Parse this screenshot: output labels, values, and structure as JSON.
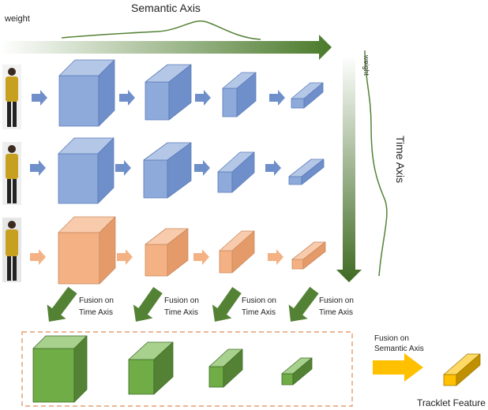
{
  "labels": {
    "semantic_axis": "Semantic Axis",
    "time_axis": "Time Axis",
    "weight_top": "weight",
    "weight_right": "weight",
    "fusion_time_line1": "Fusion on",
    "fusion_time_line2": "Time Axis",
    "fusion_semantic_line1": "Fusion on",
    "fusion_semantic_line2": "Semantic Axis",
    "tracklet_feature": "Tracklet Feature"
  },
  "colors": {
    "blue_front": "#8eaadb",
    "blue_top": "#b4c7e7",
    "blue_side": "#6f8fca",
    "blue_edge": "#5b7bb8",
    "orange_front": "#f4b183",
    "orange_top": "#f8cbad",
    "orange_side": "#e59a6a",
    "orange_edge": "#c98a5e",
    "green_front": "#70ad47",
    "green_top": "#a9d18e",
    "green_side": "#548235",
    "green_edge": "#3d6b25",
    "arrow_green": "#548235",
    "arrow_yellow": "#ffc000",
    "dashed_box": "#e08a54",
    "person_jacket": "#c8a020"
  },
  "icons": {
    "person": "person-crop-image",
    "cube": "feature-cube",
    "arrow": "block-arrow"
  }
}
